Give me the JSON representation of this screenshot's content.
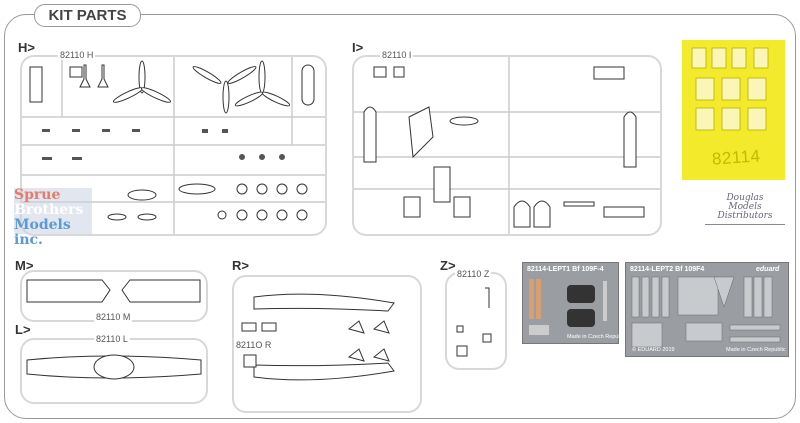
{
  "title": "KIT PARTS",
  "sections": {
    "H": {
      "label": "H>",
      "code": "82110 H"
    },
    "I": {
      "label": "I>",
      "code": "82110 I"
    },
    "M": {
      "label": "M>",
      "code": "82110 M"
    },
    "L": {
      "label": "L>",
      "code": "82110 L"
    },
    "R": {
      "label": "R>",
      "code": "8211O R"
    },
    "Z": {
      "label": "Z>",
      "code": "82110 Z"
    }
  },
  "mask": {
    "code": "82114",
    "color": "#f3ea2b"
  },
  "photo_etch": [
    {
      "title": "82114-LEPT1  Bf 109F-4",
      "made": "Made in Czech Republic"
    },
    {
      "title": "82114-LEPT2  Bf 109F4",
      "brand": "eduard",
      "made": "Made in Czech Republic",
      "copyright": "© EDUARD 2019"
    }
  ],
  "distributor_logo": [
    "Douglas",
    "Models",
    "Distributors"
  ],
  "watermark": [
    "Sprue",
    "Brothers",
    "Models inc."
  ]
}
